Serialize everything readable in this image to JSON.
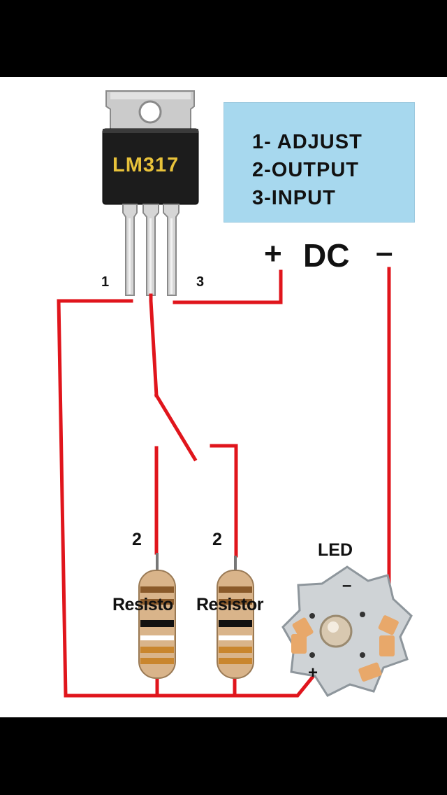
{
  "regulator": {
    "part_label": "LM317"
  },
  "pinout_legend": {
    "lines": [
      "1- ADJUST",
      "2-OUTPUT",
      "3-INPUT"
    ]
  },
  "power": {
    "plus_label": "+",
    "dc_label": "DC",
    "minus_label": "–"
  },
  "pins": {
    "pin1": "1",
    "pin3": "3"
  },
  "resistors": [
    {
      "value_label": "2",
      "name_label": "Resisto"
    },
    {
      "value_label": "2",
      "name_label": "Resistor"
    }
  ],
  "led": {
    "label": "LED",
    "plus_mark": "+",
    "minus_mark": "–"
  },
  "colors": {
    "wire": "#e0151c",
    "legend_bg": "#a7d8ee",
    "regulator_tab": "#c9c9c9",
    "regulator_body": "#1c1c1c",
    "part_text": "#e8c23a",
    "resistor_body": "#d9b48a",
    "led_board": "#cfd3d6",
    "led_pad": "#e8a86a"
  }
}
